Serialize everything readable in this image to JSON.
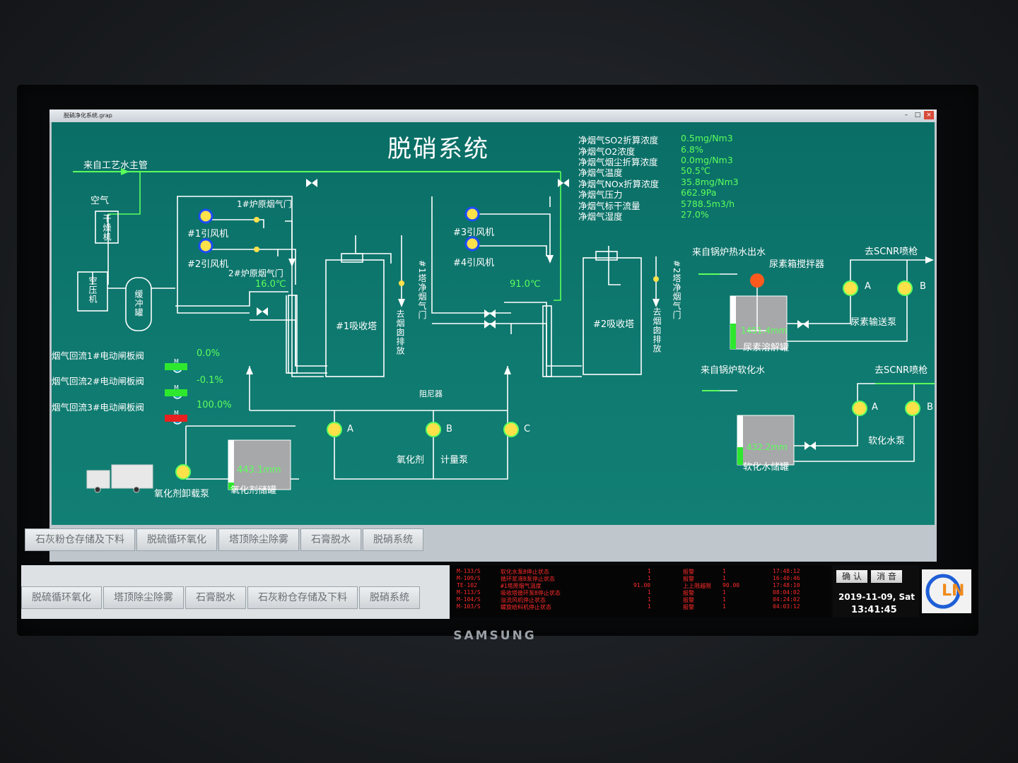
{
  "window": {
    "title": "脱硝净化系统.grap",
    "controls": [
      "–",
      "□",
      "×"
    ]
  },
  "screen": {
    "title": "脱硝系统",
    "measurements": [
      {
        "label": "净烟气SO2折算浓度",
        "value": "0.5mg/Nm3"
      },
      {
        "label": "净烟气O2浓度",
        "value": "6.8%"
      },
      {
        "label": "净烟气烟尘折算浓度",
        "value": "0.0mg/Nm3"
      },
      {
        "label": "净烟气温度",
        "value": "50.5℃"
      },
      {
        "label": "净烟气NOx折算浓度",
        "value": "35.8mg/Nm3"
      },
      {
        "label": "净烟气压力",
        "value": "662.9Pa"
      },
      {
        "label": "净烟气标干流量",
        "value": "5788.5m3/h"
      },
      {
        "label": "净烟气湿度",
        "value": "27.0%"
      }
    ],
    "labels": {
      "process_water": "来自工艺水主管",
      "air": "空气",
      "dryer": "干燥机",
      "compressor": "空压机",
      "buffer_tank": "缓冲罐",
      "fan1": "#1引风机",
      "fan2": "#2引风机",
      "fan3": "#3引风机",
      "fan4": "#4引风机",
      "valve1_raw": "1#炉原烟气门",
      "valve2_raw": "2#炉原烟气门",
      "temp1": "16.0℃",
      "temp2": "91.0℃",
      "absorber1": "#1吸收塔",
      "absorber2": "#2吸收塔",
      "clean_valve1": "#1塔净烟气门",
      "clean_valve2": "#2塔净烟气门",
      "chimney1": "去烟囱排放",
      "chimney2": "去烟囱排放",
      "damper": "阻尼器",
      "oxidant_pump": "氧化剂",
      "metering_pump": "计量泵",
      "oxidant_unload_pump": "氧化剂卸载泵",
      "oxidant_tank": "氧化剂储罐",
      "oxidant_level": "443.1mm",
      "pump_a": "A",
      "pump_b": "B",
      "pump_c": "C",
      "hot_water": "来自锅炉热水出水",
      "urea_mixer": "尿素箱搅拌器",
      "to_scnr1": "去SCNR喷枪",
      "to_scnr2": "去SCNR喷枪",
      "urea_tank": "尿素溶解罐",
      "urea_level": "1451.4mm",
      "urea_pump": "尿素输送泵",
      "soft_water_in": "来自锅炉软化水",
      "soft_water_tank": "软化水储罐",
      "soft_level": "432.2mm",
      "soft_pump": "软化水泵"
    },
    "dampers": [
      {
        "label": "烟气回流1#电动闸板阀",
        "value": "0.0%",
        "status_color": "#2ee82e"
      },
      {
        "label": "烟气回流2#电动闸板阀",
        "value": "-0.1%",
        "status_color": "#2ee82e"
      },
      {
        "label": "烟气回流3#电动闸板阀",
        "value": "100.0%",
        "status_color": "#e82020"
      }
    ],
    "motor_tag": "M"
  },
  "tabs_upper": [
    "石灰粉仓存储及下料",
    "脱硫循环氧化",
    "塔顶除尘除雾",
    "石膏脱水",
    "脱硝系统"
  ],
  "tabs_lower": [
    "脱硫循环氧化",
    "塔顶除尘除雾",
    "石膏脱水",
    "石灰粉仓存储及下料",
    "脱硝系统"
  ],
  "alarms": [
    {
      "tag": "M-133/S",
      "desc": "软化水泵B停止状态",
      "v1": "1",
      "type": "报警",
      "v2": "1",
      "time": "17:48:12"
    },
    {
      "tag": "M-109/S",
      "desc": "循环浆液B泵停止状态",
      "v1": "1",
      "type": "报警",
      "v2": "1",
      "time": "16:40:46"
    },
    {
      "tag": "TE-102",
      "desc": "#1塔原烟气温度",
      "v1": "91.00",
      "type": "上上限越限",
      "v2": "90.00",
      "time": "17:48:10"
    },
    {
      "tag": "M-113/S",
      "desc": "吸收塔循环泵B停止状态",
      "v1": "1",
      "type": "报警",
      "v2": "1",
      "time": "08:04:02"
    },
    {
      "tag": "M-104/S",
      "desc": "溢流风机停止状态",
      "v1": "1",
      "type": "报警",
      "v2": "1",
      "time": "04:24:02"
    },
    {
      "tag": "M-103/S",
      "desc": "螺旋给料机停止状态",
      "v1": "1",
      "type": "报警",
      "v2": "1",
      "time": "04:03:12"
    }
  ],
  "controls": {
    "confirm": "确 认",
    "mute": "消 音",
    "date": "2019-11-09, Sat",
    "time": "13:41:45"
  },
  "logo_text": "LN",
  "monitor_brand": "SAMSUNG",
  "colors": {
    "screen_bg": "#0f7a70",
    "pipe": "#ffffff",
    "green_pipe": "#5cff5c",
    "alarm_red": "#ff2a2a"
  }
}
